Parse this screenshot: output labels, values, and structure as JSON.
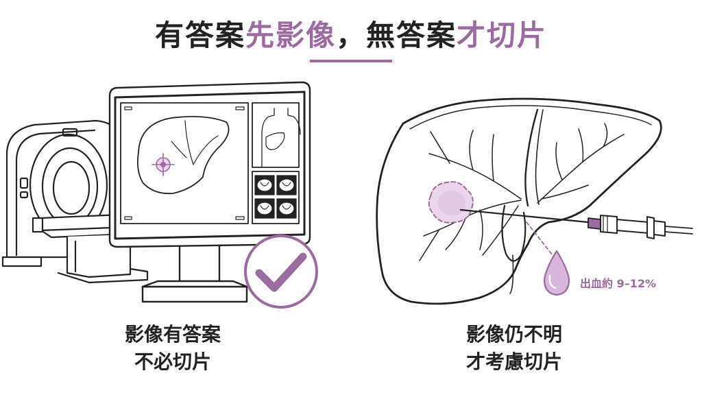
{
  "title": {
    "part1": "有答案",
    "part2": "先影像",
    "part3": "，無答案",
    "part4": "才切片"
  },
  "left_caption": {
    "line1": "影像有答案",
    "line2": "不必切片"
  },
  "right_caption": {
    "line1": "影像仍不明",
    "line2": "才考慮切片"
  },
  "bleeding_label": "出血約 9–12%",
  "icons": [
    "ct-scanner-icon",
    "monitor-icon",
    "checkmark-icon",
    "liver-icon",
    "biopsy-needle-icon",
    "blood-drop-icon"
  ],
  "colors": {
    "accent": "#9b6a9e",
    "ink": "#222222",
    "lesion": "#e9d6ea"
  }
}
